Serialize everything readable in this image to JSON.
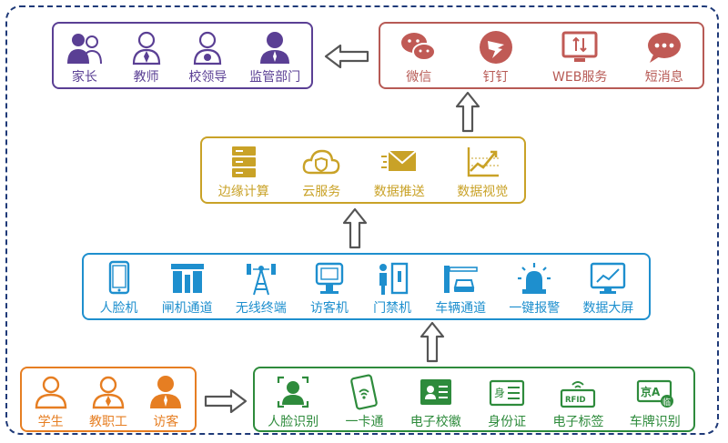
{
  "stakeholders": {
    "color": "#5a3f94",
    "items": [
      {
        "label": "家长",
        "icon": "parents-icon"
      },
      {
        "label": "教师",
        "icon": "teacher-icon"
      },
      {
        "label": "校领导",
        "icon": "school-leader-icon"
      },
      {
        "label": "监管部门",
        "icon": "regulator-icon"
      }
    ]
  },
  "channels": {
    "color": "#b75a55",
    "items": [
      {
        "label": "微信",
        "icon": "wechat-icon"
      },
      {
        "label": "钉钉",
        "icon": "dingtalk-icon"
      },
      {
        "label": "WEB服务",
        "icon": "web-service-icon"
      },
      {
        "label": "短消息",
        "icon": "sms-icon"
      }
    ]
  },
  "platform": {
    "color": "#c9a227",
    "items": [
      {
        "label": "边缘计算",
        "icon": "server-icon"
      },
      {
        "label": "云服务",
        "icon": "cloud-shield-icon"
      },
      {
        "label": "数据推送",
        "icon": "mail-icon"
      },
      {
        "label": "数据视觉",
        "icon": "trend-chart-icon"
      }
    ]
  },
  "devices": {
    "color": "#1e8fce",
    "items": [
      {
        "label": "人脸机",
        "icon": "face-terminal-icon"
      },
      {
        "label": "闸机通道",
        "icon": "turnstile-icon"
      },
      {
        "label": "无线终端",
        "icon": "wireless-antenna-icon"
      },
      {
        "label": "访客机",
        "icon": "visitor-kiosk-icon"
      },
      {
        "label": "门禁机",
        "icon": "access-control-icon"
      },
      {
        "label": "车辆通道",
        "icon": "vehicle-gate-icon"
      },
      {
        "label": "一键报警",
        "icon": "alarm-icon"
      },
      {
        "label": "数据大屏",
        "icon": "big-screen-icon"
      }
    ]
  },
  "people": {
    "color": "#e67e22",
    "items": [
      {
        "label": "学生",
        "icon": "student-icon"
      },
      {
        "label": "教职工",
        "icon": "staff-icon"
      },
      {
        "label": "访客",
        "icon": "visitor-icon"
      }
    ]
  },
  "identification": {
    "color": "#2e8b3c",
    "items": [
      {
        "label": "人脸识别",
        "icon": "face-recognition-icon"
      },
      {
        "label": "一卡通",
        "icon": "smart-card-icon"
      },
      {
        "label": "电子校徽",
        "icon": "e-badge-icon"
      },
      {
        "label": "身份证",
        "icon": "id-card-icon",
        "glyph": "身"
      },
      {
        "label": "电子标签",
        "icon": "rfid-tag-icon",
        "glyph": "RFID"
      },
      {
        "label": "车牌识别",
        "icon": "license-plate-icon",
        "glyph": "京A",
        "badge": "临"
      }
    ]
  },
  "arrow_color": "#555555"
}
